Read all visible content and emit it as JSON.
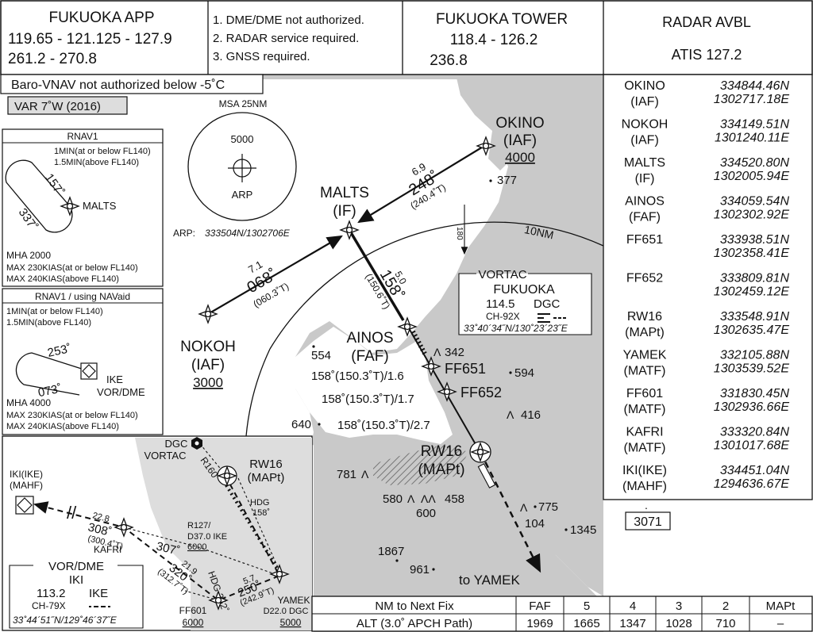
{
  "colors": {
    "land": "#c9c9c9",
    "sea": "#ffffff",
    "ink": "#111111",
    "track": "#222222"
  },
  "header": {
    "approach_name": "FUKUOKA  APP",
    "approach_freq_1": "119.65 - 121.125 - 127.9",
    "approach_freq_2": "261.2  - 270.8",
    "notes": [
      "1. DME/DME not authorized.",
      "2. RADAR service required.",
      "3. GNSS required."
    ],
    "tower_name": "FUKUOKA  TOWER",
    "tower_freq_1": "118.4 - 126.2",
    "tower_freq_2": "236.8",
    "radar": "RADAR  AVBL",
    "atis": "ATIS  127.2"
  },
  "notices": {
    "baro_vnav": "Baro-VNAV not authorized below -5˚C",
    "variation": "VAR 7˚W (2016)"
  },
  "msa": {
    "title": "MSA 25NM",
    "altitude": "5000",
    "center": "ARP",
    "arp_label": "ARP:",
    "arp_coords": "333504N/1302706E"
  },
  "holding_rnav": {
    "title": "RNAV1",
    "time_1": "1MIN(at or below FL140)",
    "time_2": "1.5MIN(above FL140)",
    "course_in": "157˚",
    "course_out": "337˚",
    "fix": "MALTS",
    "mha": "MHA 2000",
    "speed_1": "MAX 230KIAS(at or below FL140)",
    "speed_2": "MAX 240KIAS(above FL140)"
  },
  "holding_navaid": {
    "title": "RNAV1 / using NAVaid",
    "time_1": "1MIN(at or below FL140)",
    "time_2": "1.5MIN(above FL140)",
    "course_in": "253˚",
    "course_out": "073˚",
    "fix_1": "IKE",
    "fix_2": "VOR/DME",
    "mha": "MHA 4000",
    "speed_1": "MAX 230KIAS(at or below FL140)",
    "speed_2": "MAX 240KIAS(above FL140)"
  },
  "fixes": {
    "okino": {
      "name": "OKINO",
      "role": "(IAF)",
      "alt": "4000"
    },
    "malts": {
      "name": "MALTS",
      "role": "(IF)"
    },
    "nokoh": {
      "name": "NOKOH",
      "role": "(IAF)",
      "alt": "3000"
    },
    "ainos": {
      "name": "AINOS",
      "role": "(FAF)"
    },
    "ff651": {
      "name": "FF651"
    },
    "ff652": {
      "name": "FF652"
    },
    "rw16": {
      "name": "RW16",
      "role": "(MAPt)"
    },
    "to_yamek": "to YAMEK"
  },
  "legs": {
    "okino_malts": {
      "dist": "6.9",
      "course": "248˚",
      "true": "(240.4˚T)"
    },
    "nokoh_malts": {
      "dist": "7.1",
      "course": "068˚",
      "true": "(060.3˚T)"
    },
    "malts_ainos": {
      "dist": "5.0",
      "course": "158˚",
      "true": "(150.6˚T)"
    },
    "seg_1": "158˚(150.3˚T)/1.6",
    "seg_2": "158˚(150.3˚T)/1.7",
    "seg_3": "158˚(150.3˚T)/2.7",
    "radial_180": "180",
    "arc_10nm": "10NM"
  },
  "vortac": {
    "title": "VORTAC",
    "name": "FUKUOKA",
    "freq": "114.5",
    "ident": "DGC",
    "channel": "CH-92X",
    "coords": "33˚40´34˝N/130˚23´23˝E"
  },
  "elevations": [
    "377",
    "554",
    "342",
    "594",
    "416",
    "640",
    "781",
    "580",
    "458",
    "600",
    "775",
    "104",
    "1345",
    "1867",
    "961"
  ],
  "missed": {
    "iki_name": "IKI(IKE)",
    "iki_role": "(MAHF)",
    "dgc_name": "DGC",
    "dgc_type": "VORTAC",
    "r160": "R160",
    "rw16_name": "RW16",
    "rw16_role": "(MAPt)",
    "hdg": "HDG",
    "hdg_val": "158˚",
    "leg_iki": {
      "dist": "22.8",
      "course": "308˚",
      "true": "(300.4˚T)"
    },
    "kafri": "KAFRI",
    "r127": "R127/",
    "r127_dme": "D37.0 IKE",
    "r127_alt": "6000",
    "course_307": "307˚",
    "leg_ff601": {
      "dist": "21.9",
      "course": "320˚",
      "true": "(312.7˚T)"
    },
    "hdg_352": "HDG 352˚",
    "leg_yamek": {
      "dist": "5.7",
      "course": "250˚",
      "true": "(242.9˚T)"
    },
    "ff601_name": "FF601",
    "ff601_alt": "6000",
    "yamek_name": "YAMEK",
    "yamek_dme": "D22.0 DGC",
    "yamek_alt": "5000"
  },
  "vordme_box": {
    "title": "VOR/DME",
    "name": "IKI",
    "freq": "113.2",
    "ident": "IKE",
    "channel": "CH-79X",
    "coords": "33˚44´51˝N/129˚46´37˝E"
  },
  "altitude_box": "3071",
  "waypoints": [
    {
      "name": "OKINO",
      "role": "(IAF)",
      "lat": "334844.46N",
      "lon": "1302717.18E"
    },
    {
      "name": "NOKOH",
      "role": "(IAF)",
      "lat": "334149.51N",
      "lon": "1301240.11E"
    },
    {
      "name": "MALTS",
      "role": "(IF)",
      "lat": "334520.80N",
      "lon": "1302005.94E"
    },
    {
      "name": "AINOS",
      "role": "(FAF)",
      "lat": "334059.54N",
      "lon": "1302302.92E"
    },
    {
      "name": "FF651",
      "role": "",
      "lat": "333938.51N",
      "lon": "1302358.41E"
    },
    {
      "name": "FF652",
      "role": "",
      "lat": "333809.81N",
      "lon": "1302459.12E"
    },
    {
      "name": "RW16",
      "role": "(MAPt)",
      "lat": "333548.91N",
      "lon": "1302635.47E"
    },
    {
      "name": "YAMEK",
      "role": "(MATF)",
      "lat": "332105.88N",
      "lon": "1303539.52E"
    },
    {
      "name": "FF601",
      "role": "(MATF)",
      "lat": "331830.45N",
      "lon": "1302936.66E"
    },
    {
      "name": "KAFRI",
      "role": "(MATF)",
      "lat": "333320.84N",
      "lon": "1301017.68E"
    },
    {
      "name": "IKI(IKE)",
      "role": "(MAHF)",
      "lat": "334451.04N",
      "lon": "1294636.67E"
    }
  ],
  "profile_table": {
    "headers": [
      "NM to Next Fix",
      "FAF",
      "5",
      "4",
      "3",
      "2",
      "MAPt"
    ],
    "row_label": "ALT (3.0˚ APCH Path)",
    "values": [
      "1969",
      "1665",
      "1347",
      "1028",
      "710",
      "–"
    ]
  }
}
